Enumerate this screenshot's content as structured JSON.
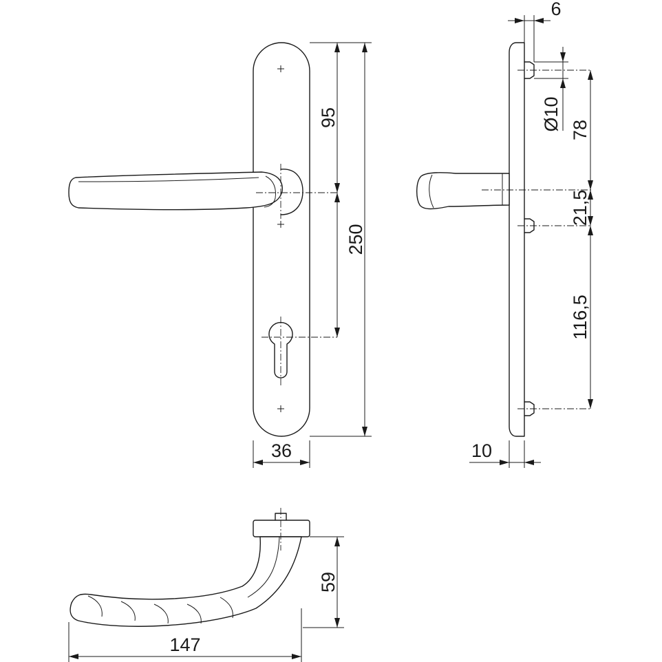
{
  "dimensions": {
    "d95": "95",
    "d250": "250",
    "d36": "36",
    "d6": "6",
    "d10dia": "Ø10",
    "d78": "78",
    "d21": "21,5",
    "d116": "116,5",
    "d10": "10",
    "d59": "59",
    "d147": "147"
  }
}
